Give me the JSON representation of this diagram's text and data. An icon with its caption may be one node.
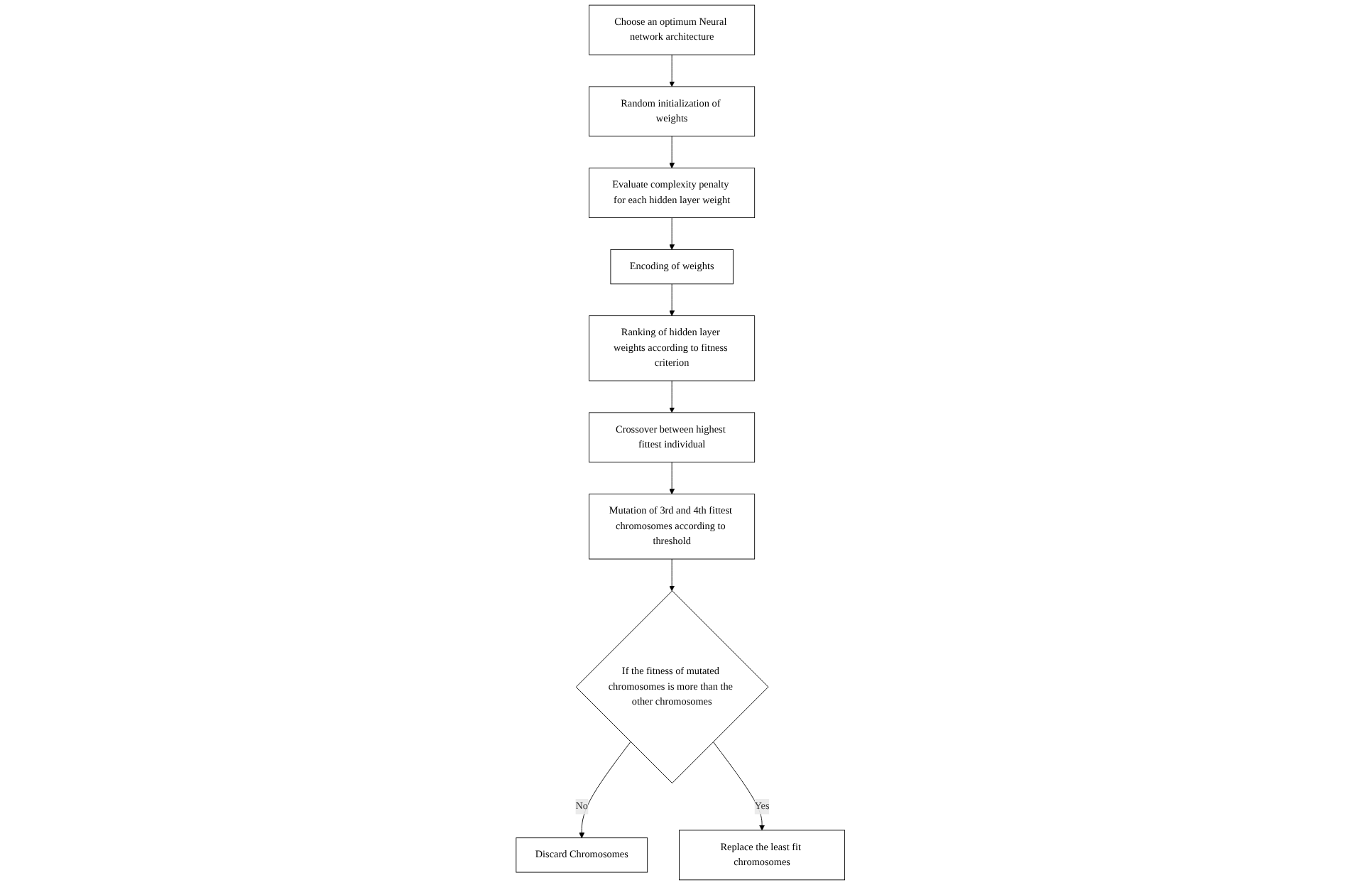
{
  "diagram": {
    "nodes": [
      {
        "text": [
          "Choose an optimum Neural network architecture"
        ]
      },
      {
        "text": [
          "Random initialization of weights"
        ]
      },
      {
        "text": [
          "Evaluate complexity penalty for each hidden layer weight"
        ]
      },
      {
        "text": [
          "Crossover between highest fittest individual"
        ]
      },
      {
        "text": [
          "Ranking of hidden layer weights according to fitness criterion"
        ]
      },
      {
        "text": [
          "Encoding of weights"
        ]
      },
      {
        "text": [
          "Mutation of 3rd and 4th fittest chromosomes according to threshold"
        ]
      },
      {
        "text": [
          "If the fitness of mutated chromosomes is more than the other chromosomes"
        ]
      },
      {
        "text": [
          "Discard Chromosomes"
        ]
      },
      {
        "text": [
          "Replace the least fit chromosomes"
        ]
      }
    ],
    "edges": [
      {
        "from": 0,
        "to": 1,
        "arrow": "to"
      },
      {
        "from": 1,
        "to": 2,
        "arrow": "to"
      },
      {
        "from": 2,
        "to": 5,
        "arrow": "to"
      },
      {
        "from": 5,
        "to": 4,
        "arrow": "to"
      },
      {
        "from": 4,
        "to": 3,
        "arrow": "to"
      },
      {
        "from": 3,
        "to": 6,
        "arrow": "to"
      },
      {
        "from": 6,
        "to": 7,
        "arrow": "to"
      },
      {
        "from": 7,
        "to": 8,
        "arrow": "to",
        "label": "No"
      },
      {
        "from": 7,
        "to": 9,
        "arrow": "to",
        "label": "Yes"
      }
    ]
  }
}
